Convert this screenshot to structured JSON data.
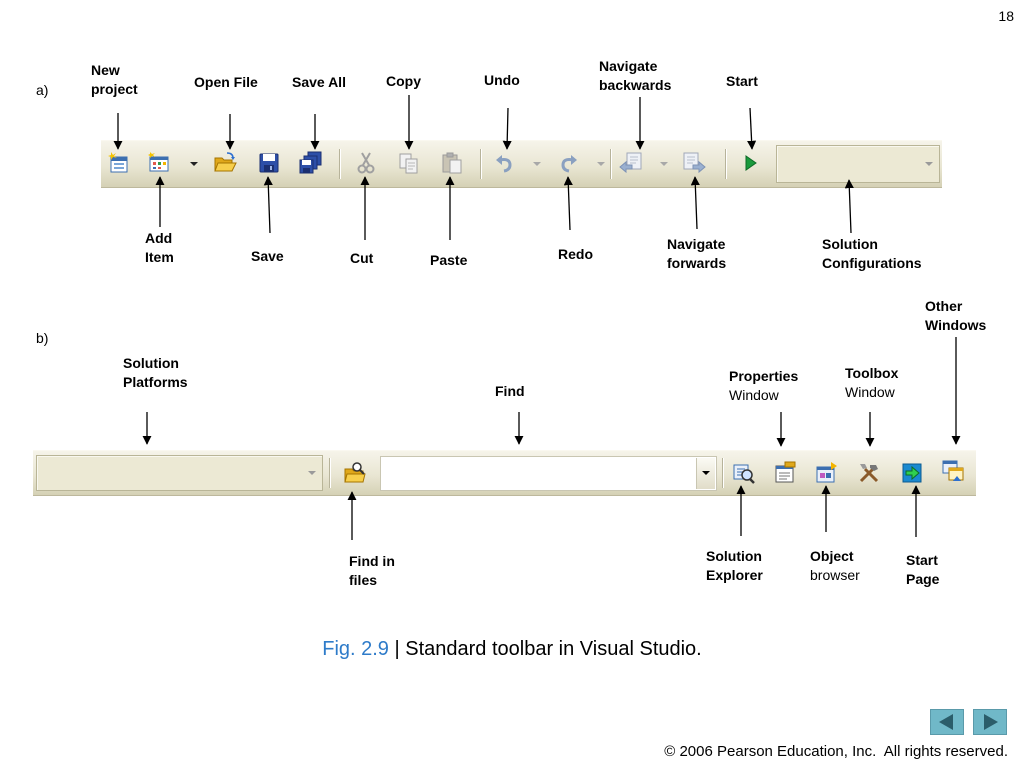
{
  "page_number": "18",
  "part_a": "a)",
  "part_b": "b)",
  "labels_a": {
    "new_project": "New\nproject",
    "open_file": "Open File",
    "save_all": "Save All",
    "copy": "Copy",
    "undo": "Undo",
    "navigate_backwards": "Navigate\nbackwards",
    "start": "Start",
    "add_item": "Add\nItem",
    "save": "Save",
    "cut": "Cut",
    "paste": "Paste",
    "redo": "Redo",
    "navigate_forwards": "Navigate\nforwards",
    "solution_configurations": "Solution\nConfigurations"
  },
  "labels_b": {
    "solution_platforms": "Solution\nPlatforms",
    "find": "Find",
    "properties": "Properties",
    "properties_sub": "Window",
    "toolbox": "Toolbox",
    "toolbox_sub": "Window",
    "other_windows": "Other\nWindows",
    "find_in_files": "Find in\nfiles",
    "solution_explorer": "Solution\nExplorer",
    "object": "Object",
    "object_sub": "browser",
    "start_page": "Start\nPage"
  },
  "caption": {
    "fig": "Fig. 2.9",
    "text": " | Standard toolbar in Visual Studio."
  },
  "copyright": "© 2006 Pearson Education, Inc.  All rights reserved.",
  "icons": {
    "new_project": "new-project-icon",
    "add_item": "add-item-icon",
    "open_file": "open-file-icon",
    "save": "save-icon",
    "save_all": "save-all-icon",
    "cut": "cut-icon",
    "copy": "copy-icon",
    "paste": "paste-icon",
    "undo": "undo-icon",
    "redo": "redo-icon",
    "navigate_backward": "navigate-backward-icon",
    "navigate_forward": "navigate-forward-icon",
    "start": "start-icon",
    "find_in_files": "find-in-files-icon",
    "solution_explorer": "solution-explorer-icon",
    "properties": "properties-icon",
    "object_browser": "object-browser-icon",
    "toolbox": "toolbox-icon",
    "start_page": "start-page-icon",
    "other_windows": "other-windows-icon",
    "prev_slide": "prev-slide-icon",
    "next_slide": "next-slide-icon"
  },
  "colors": {
    "caption_fig": "#2e7bc9",
    "nav_button": "#70b8c8",
    "start_green": "#1a9a3c"
  }
}
